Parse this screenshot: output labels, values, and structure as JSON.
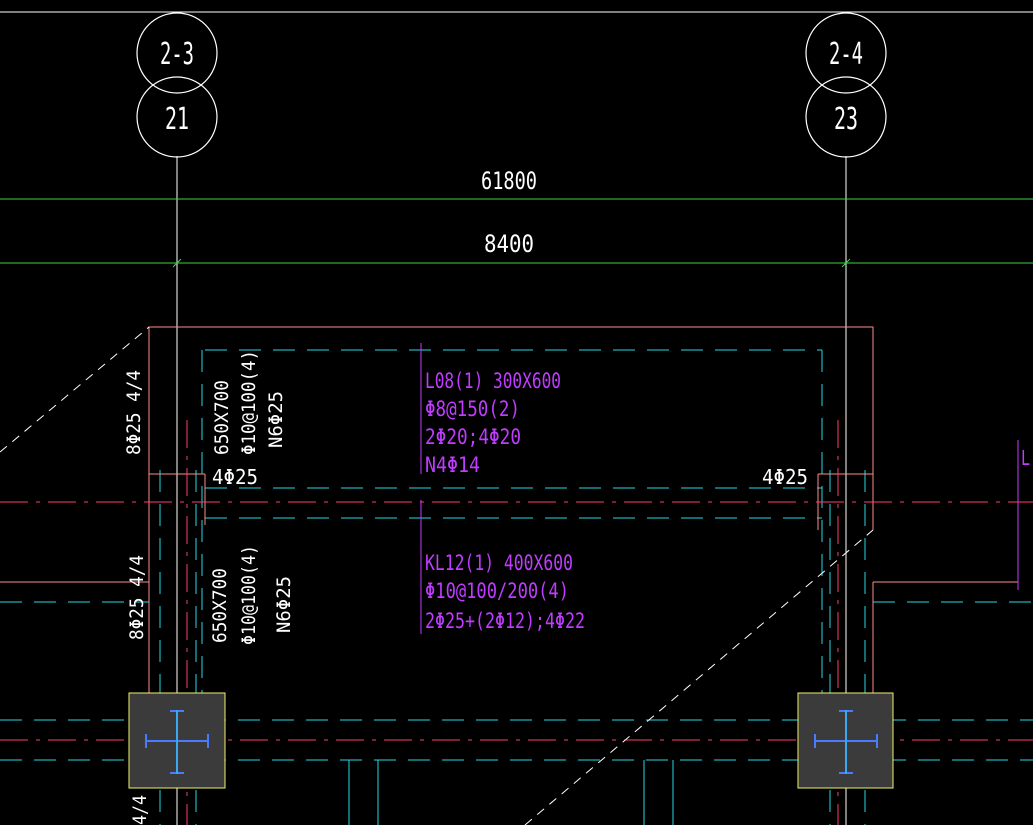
{
  "colors": {
    "background": "#000000",
    "white": "#ffffff",
    "dim_green": "#3fd24a",
    "beam_red": "#ff3d6e",
    "outline_salmon": "#ff8a8a",
    "hidden_cyan": "#28d7e6",
    "annotation_magenta": "#c03cff",
    "column_box_yellow": "#f2f26a",
    "column_fill": "#3b3b3b",
    "steel_blue": "#4a7bff"
  },
  "axes": [
    {
      "top_label": "2-3",
      "bottom_label": "21"
    },
    {
      "top_label": "2-4",
      "bottom_label": "23"
    }
  ],
  "dimensions": {
    "overall": "61800",
    "span": "8400"
  },
  "beam_L08": {
    "lines": [
      "L08(1) 300X600",
      "Φ8@150(2)",
      "2Φ20;4Φ20",
      "N4Φ14"
    ]
  },
  "beam_KL12": {
    "lines": [
      "KL12(1) 400X600",
      "Φ10@100/200(4)",
      "2Φ25+(2Φ12);4Φ22"
    ]
  },
  "column_upper": {
    "rebar": "8Φ25 4/4",
    "size": "650X700",
    "stirrup": "Φ10@100(4)",
    "torsion": "N6Φ25"
  },
  "column_lower": {
    "rebar": "8Φ25 4/4",
    "size": "650X700",
    "stirrup": "Φ10@100(4)",
    "torsion": "N6Φ25"
  },
  "end_rebar": {
    "left": "4Φ25",
    "right": "4Φ25"
  },
  "edge_fragments": {
    "right_label": "L",
    "bottom_label": "4/4"
  }
}
